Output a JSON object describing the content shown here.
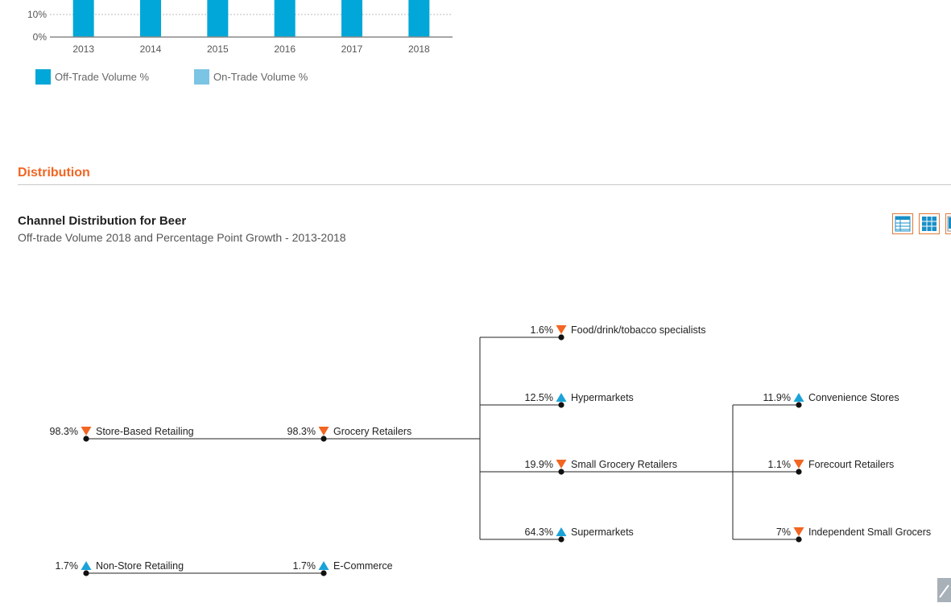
{
  "colors": {
    "off_trade": "#00a7d8",
    "on_trade": "#7cc4e4",
    "accent": "#f26522",
    "growth_up": "#1aa3d9",
    "growth_down": "#f26522"
  },
  "chart_data": [
    {
      "type": "bar",
      "categories": [
        "2013",
        "2014",
        "2015",
        "2016",
        "2017",
        "2018"
      ],
      "y_ticks_visible": [
        "10%",
        "0%"
      ],
      "series": [
        {
          "name": "Off-Trade Volume %"
        },
        {
          "name": "On-Trade Volume %"
        }
      ],
      "stacked": true,
      "visible_window_max": 0.136,
      "note_legend": "bottom-left"
    },
    {
      "type": "tree",
      "title": "Channel Distribution for Beer",
      "subtitle": "Off-trade Volume 2018 and Percentage Point Growth - 2013-2018",
      "nodes": [
        {
          "id": "store_based",
          "label": "Store-Based Retailing",
          "value": "98.3%",
          "trend": "down",
          "level": 0
        },
        {
          "id": "grocery",
          "label": "Grocery Retailers",
          "value": "98.3%",
          "trend": "down",
          "level": 1,
          "parent": "store_based"
        },
        {
          "id": "food_spec",
          "label": "Food/drink/tobacco specialists",
          "value": "1.6%",
          "trend": "down",
          "level": 2,
          "parent": "grocery"
        },
        {
          "id": "hyper",
          "label": "Hypermarkets",
          "value": "12.5%",
          "trend": "up",
          "level": 2,
          "parent": "grocery"
        },
        {
          "id": "small_grocery",
          "label": "Small Grocery Retailers",
          "value": "19.9%",
          "trend": "down",
          "level": 2,
          "parent": "grocery"
        },
        {
          "id": "super",
          "label": "Supermarkets",
          "value": "64.3%",
          "trend": "up",
          "level": 2,
          "parent": "grocery"
        },
        {
          "id": "convenience",
          "label": "Convenience Stores",
          "value": "11.9%",
          "trend": "up",
          "level": 3,
          "parent": "small_grocery"
        },
        {
          "id": "forecourt",
          "label": "Forecourt Retailers",
          "value": "1.1%",
          "trend": "down",
          "level": 3,
          "parent": "small_grocery"
        },
        {
          "id": "independent",
          "label": "Independent Small Grocers",
          "value": "7%",
          "trend": "down",
          "level": 3,
          "parent": "small_grocery"
        },
        {
          "id": "non_store",
          "label": "Non-Store Retailing",
          "value": "1.7%",
          "trend": "up",
          "level": 0
        },
        {
          "id": "ecommerce",
          "label": "E-Commerce",
          "value": "1.7%",
          "trend": "up",
          "level": 1,
          "parent": "non_store"
        }
      ]
    }
  ],
  "section": {
    "title": "Distribution"
  },
  "toolbar": {
    "buttons": [
      {
        "name": "table-view-button",
        "icon": "table-icon"
      },
      {
        "name": "grid-view-button",
        "icon": "grid-icon"
      },
      {
        "name": "chart-view-button",
        "icon": "chart-icon"
      }
    ]
  }
}
